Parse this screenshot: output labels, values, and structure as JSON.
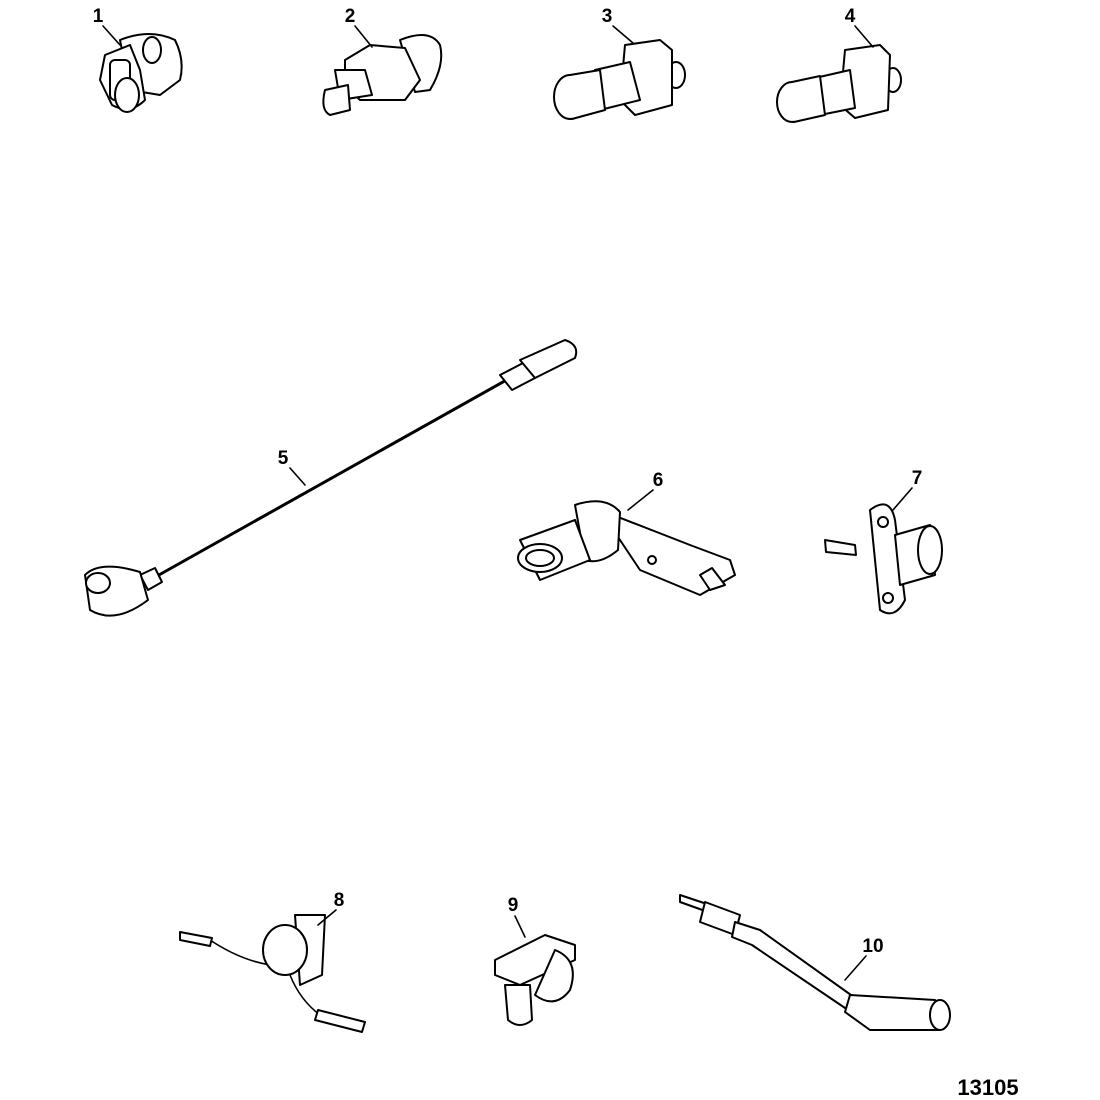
{
  "callouts": [
    "1",
    "2",
    "3",
    "4",
    "5",
    "6",
    "7",
    "8",
    "9",
    "10"
  ],
  "figure_number": "13105"
}
